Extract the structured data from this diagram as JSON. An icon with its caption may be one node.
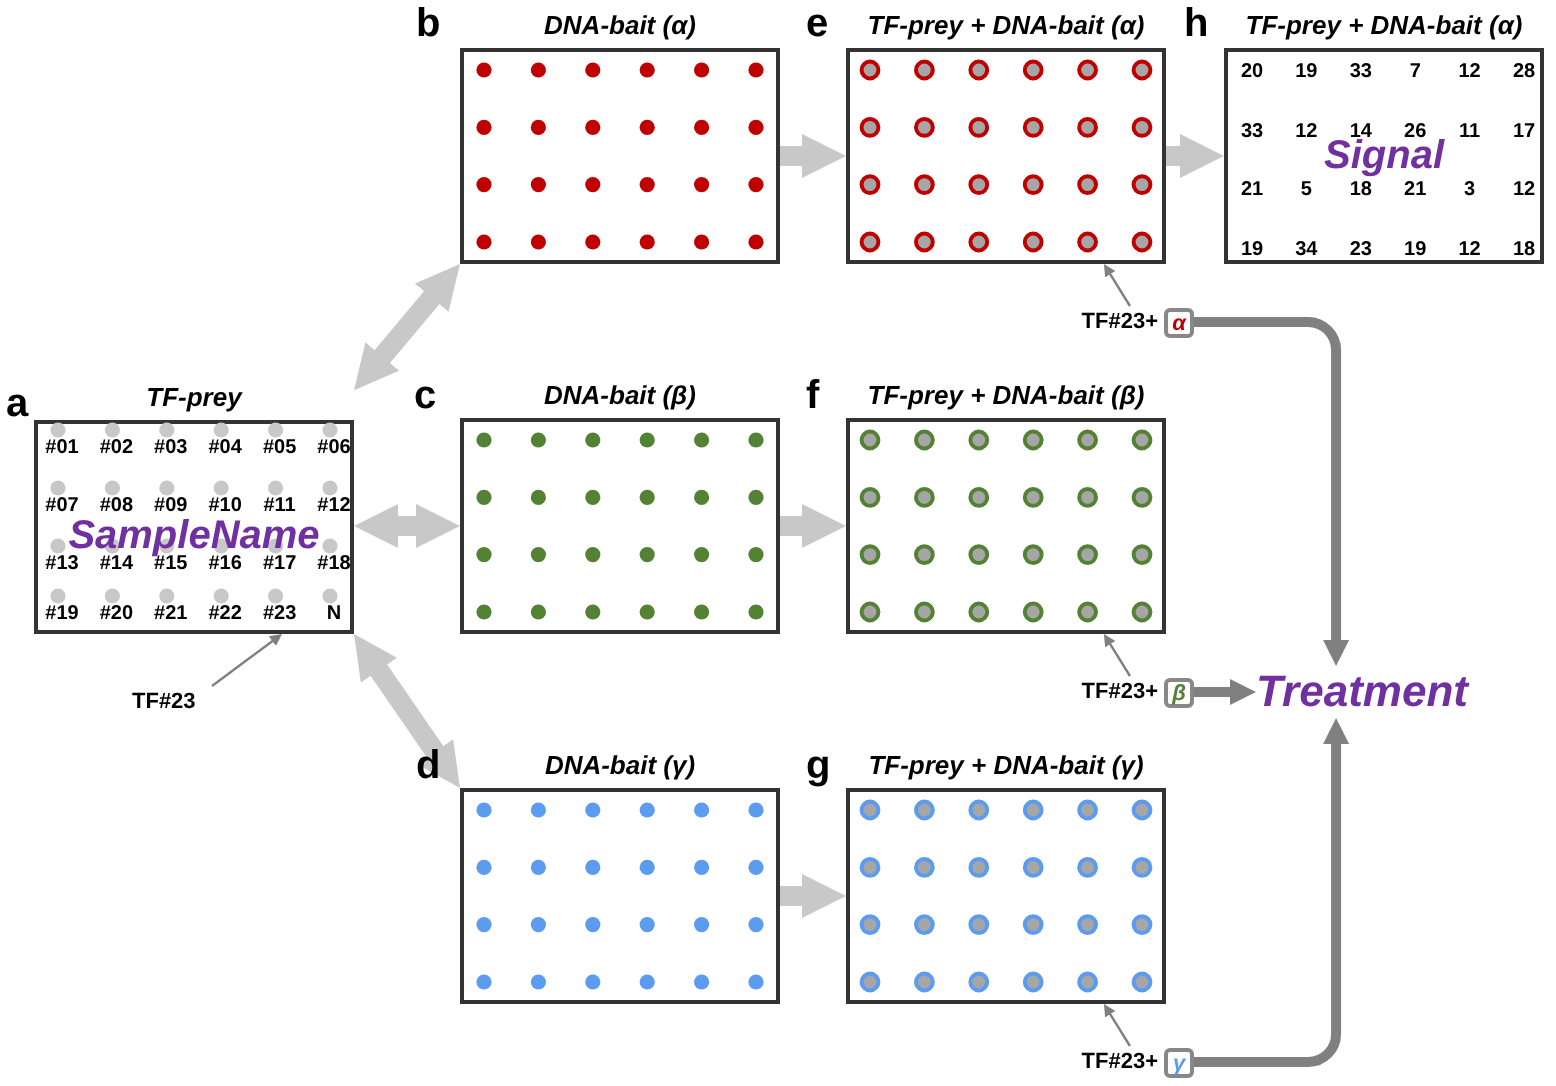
{
  "diagram": {
    "nodes": [
      {
        "text": [
          "TF-prey",
          "SampleName"
        ],
        "beside": [
          "a"
        ]
      },
      {
        "text": [
          "DNA-bait (α)"
        ],
        "beside": [
          "b"
        ]
      },
      {
        "text": [
          "DNA-bait (β)"
        ],
        "beside": [
          "c"
        ]
      },
      {
        "text": [
          "DNA-bait (γ)"
        ],
        "beside": [
          "d"
        ]
      },
      {
        "text": [
          "TF-prey + DNA-bait (α)"
        ],
        "beside": [
          "e"
        ]
      },
      {
        "text": [
          "TF-prey + DNA-bait (β)"
        ],
        "beside": [
          "f"
        ]
      },
      {
        "text": [
          "TF-prey + DNA-bait (γ)"
        ],
        "beside": [
          "g"
        ]
      },
      {
        "text": [
          "TF-prey + DNA-bait (α)",
          "Signal"
        ],
        "beside": [
          "h"
        ]
      },
      {
        "text": [
          "TF#23"
        ]
      },
      {
        "text": [
          "TF#23+",
          "α"
        ]
      },
      {
        "text": [
          "TF#23+",
          "β"
        ]
      },
      {
        "text": [
          "TF#23+",
          "γ"
        ]
      },
      {
        "text": [
          "Treatment"
        ]
      }
    ],
    "edges": [
      {
        "from": 0,
        "to": 1,
        "arrow": "both",
        "style": "thick"
      },
      {
        "from": 0,
        "to": 2,
        "arrow": "both",
        "style": "thick"
      },
      {
        "from": 0,
        "to": 3,
        "arrow": "both",
        "style": "thick"
      },
      {
        "from": 1,
        "to": 4,
        "arrow": "to",
        "style": "thick"
      },
      {
        "from": 2,
        "to": 5,
        "arrow": "to",
        "style": "thick"
      },
      {
        "from": 3,
        "to": 6,
        "arrow": "to",
        "style": "thick"
      },
      {
        "from": 4,
        "to": 7,
        "arrow": "to",
        "style": "thick"
      },
      {
        "from": 8,
        "to": 0,
        "arrow": "to",
        "color": "#808080"
      },
      {
        "from": 9,
        "to": 4,
        "arrow": "to",
        "color": "#808080"
      },
      {
        "from": 10,
        "to": 5,
        "arrow": "to",
        "color": "#808080"
      },
      {
        "from": 11,
        "to": 6,
        "arrow": "to",
        "color": "#808080"
      },
      {
        "from": 9,
        "to": 12,
        "arrow": "to",
        "color": "#808080"
      },
      {
        "from": 10,
        "to": 12,
        "arrow": "to",
        "color": "#808080"
      },
      {
        "from": 11,
        "to": 12,
        "arrow": "to",
        "color": "#808080"
      }
    ],
    "labels": [
      "#01",
      "#02",
      "#03",
      "#04",
      "#05",
      "#06",
      "#07",
      "#08",
      "#09",
      "#10",
      "#11",
      "#12",
      "#13",
      "#14",
      "#15",
      "#16",
      "#17",
      "#18",
      "#19",
      "#20",
      "#21",
      "#22",
      "#23",
      "N",
      "20",
      "19",
      "33",
      "7",
      "12",
      "28",
      "33",
      "12",
      "14",
      "26",
      "11",
      "17",
      "21",
      "5",
      "18",
      "21",
      "3",
      "12",
      "19",
      "34",
      "23",
      "19",
      "12",
      "18"
    ]
  }
}
